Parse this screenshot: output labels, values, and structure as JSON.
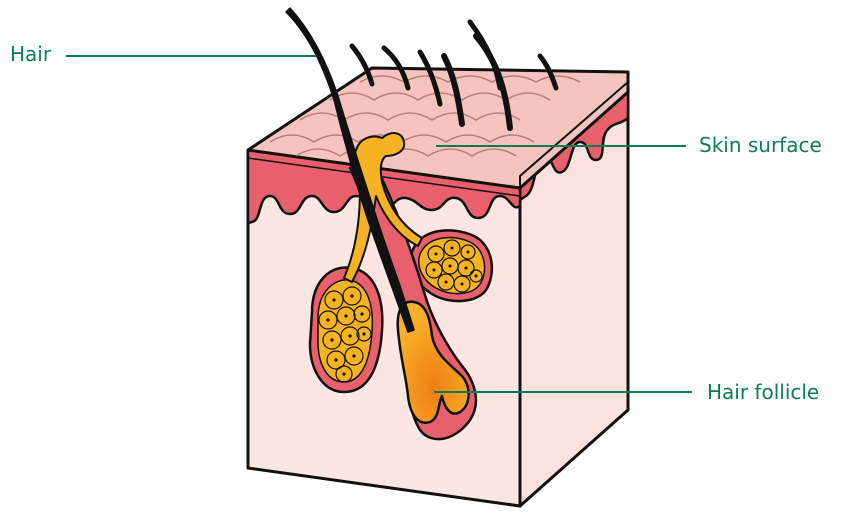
{
  "diagram": {
    "labels": {
      "hair": "Hair",
      "skin_surface": "Skin surface",
      "hair_follicle": "Hair follicle"
    }
  },
  "colors": {
    "label_text": "#0e7b57",
    "leader_line": "#0e7b57",
    "outline": "#111111",
    "skin_top": "#f6c4bf",
    "dermis_band": "#e8606b",
    "dermis_light": "#fbe6e1",
    "side_face": "#fbe2dc",
    "gland": "#f5b323",
    "follicle_bulb": "#f59a1f",
    "hair": "#111111"
  }
}
